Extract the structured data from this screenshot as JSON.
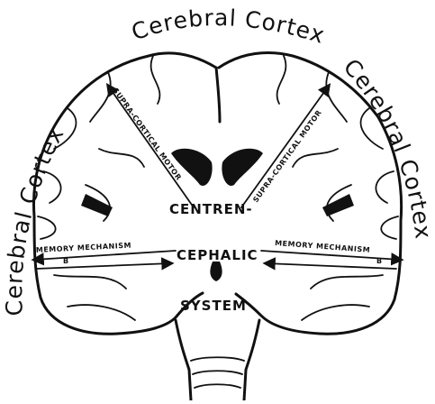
{
  "arc_label_top": "Cerebral Cortex",
  "arc_label_left": "Cerebral Cortex",
  "arc_label_right": "Cerebral Cortex",
  "center_labels": [
    "CENTREN-",
    "CEPHALIC",
    "SYSTEM"
  ],
  "pathway_left_upper": "SUPRA-CORTICAL MOTOR",
  "pathway_right_upper": "SUPRA-CORTICAL MOTOR",
  "pathway_left_lower": "MEMORY MECHANISM",
  "pathway_right_lower": "MEMORY MECHANISM",
  "marker_left": "B",
  "marker_right": "B"
}
